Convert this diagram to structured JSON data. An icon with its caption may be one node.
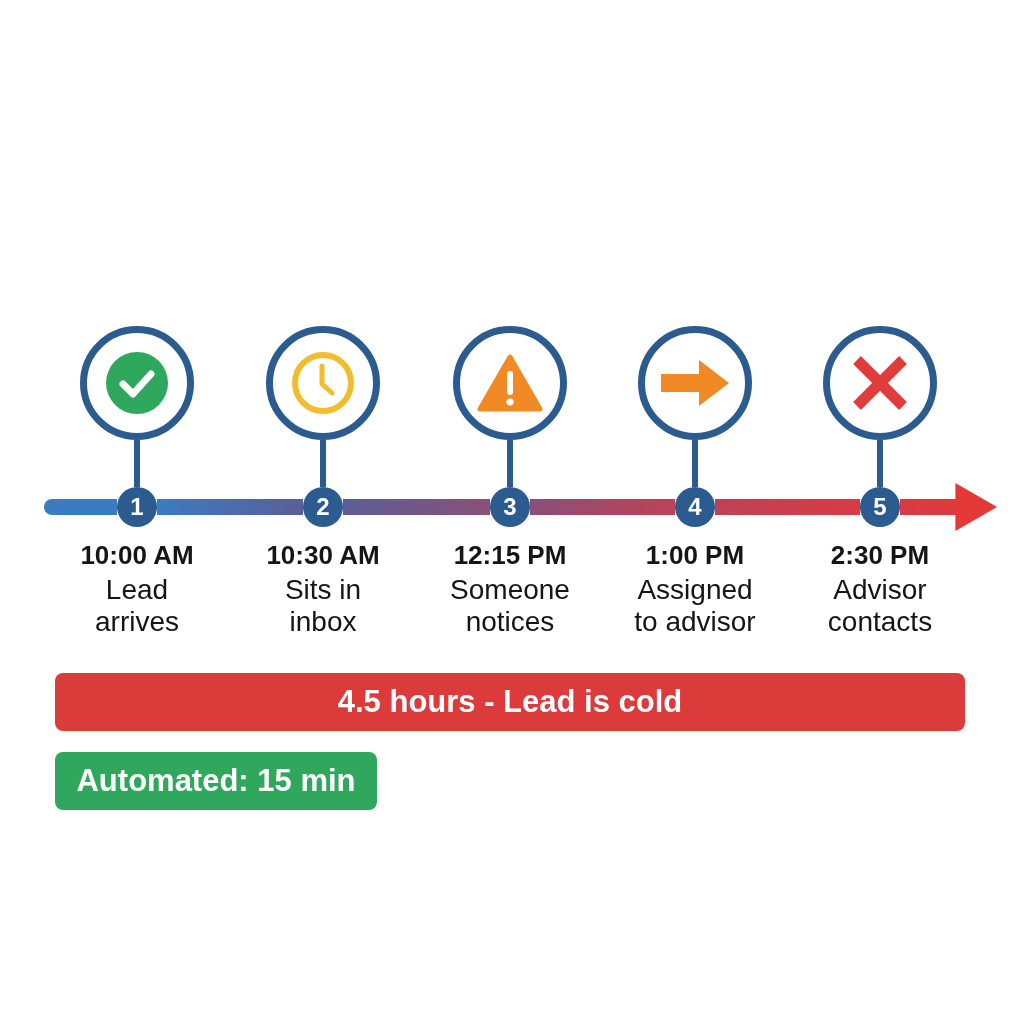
{
  "diagram": {
    "nodes": [
      {
        "text": [],
        "shape": "circle"
      },
      {
        "text": [],
        "shape": "circle"
      },
      {
        "text": [],
        "shape": "circle"
      },
      {
        "text": [],
        "shape": "circle"
      },
      {
        "text": [],
        "shape": "circle"
      },
      {
        "text": [
          "1"
        ],
        "beside": [
          "10:00 AM",
          "Lead arrives"
        ]
      },
      {
        "text": [
          "2"
        ],
        "beside": [
          "10:30 AM",
          "Sits in inbox"
        ]
      },
      {
        "text": [
          "3"
        ],
        "beside": [
          "12:15 PM",
          "Someone notices"
        ]
      },
      {
        "text": [
          "4"
        ],
        "beside": [
          "1:00 PM",
          "Assigned to advisor"
        ]
      },
      {
        "text": [
          "5"
        ],
        "beside": [
          "2:30 PM",
          "Advisor contacts"
        ]
      },
      {
        "text": [
          "4.5 hours - Lead is cold"
        ]
      },
      {
        "text": [
          "Automated: 15 min"
        ]
      }
    ],
    "edges": [
      {
        "from": 0,
        "to": 5,
        "arrow": "none"
      },
      {
        "from": 1,
        "to": 6,
        "arrow": "none"
      },
      {
        "from": 2,
        "to": 7,
        "arrow": "none"
      },
      {
        "from": 3,
        "to": 8,
        "arrow": "none"
      },
      {
        "from": 4,
        "to": 9,
        "arrow": "none"
      },
      {
        "from": null,
        "to": 5,
        "arrow": "none",
        "style": "thick",
        "color": "#3b7cc0"
      },
      {
        "from": 5,
        "to": 6,
        "arrow": "none",
        "style": "thick",
        "color": "#5a5e98"
      },
      {
        "from": 6,
        "to": 7,
        "arrow": "none",
        "style": "thick",
        "color": "#8a4f78"
      },
      {
        "from": 7,
        "to": 8,
        "arrow": "none",
        "style": "thick",
        "color": "#bd4255"
      },
      {
        "from": 8,
        "to": 9,
        "arrow": "none",
        "style": "thick",
        "color": "#d83b45"
      },
      {
        "from": 9,
        "to": null,
        "arrow": "to",
        "style": "thick",
        "color": "#e53935"
      }
    ]
  }
}
